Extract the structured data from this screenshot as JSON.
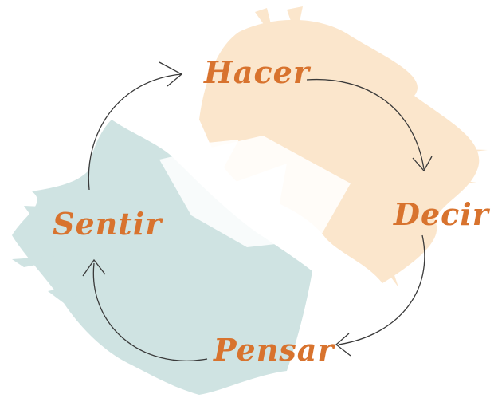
{
  "colors": {
    "label": "#d8732e",
    "peach_splash": "#fbe6cc",
    "teal_splash": "#cfe3e2",
    "arrow": "#3a3a3a",
    "background": "#ffffff"
  },
  "cycle": {
    "steps": [
      {
        "id": "hacer",
        "label": "Hacer"
      },
      {
        "id": "decir",
        "label": "Decir"
      },
      {
        "id": "pensar",
        "label": "Pensar"
      },
      {
        "id": "sentir",
        "label": "Sentir"
      }
    ],
    "arrow_direction": "clockwise"
  }
}
